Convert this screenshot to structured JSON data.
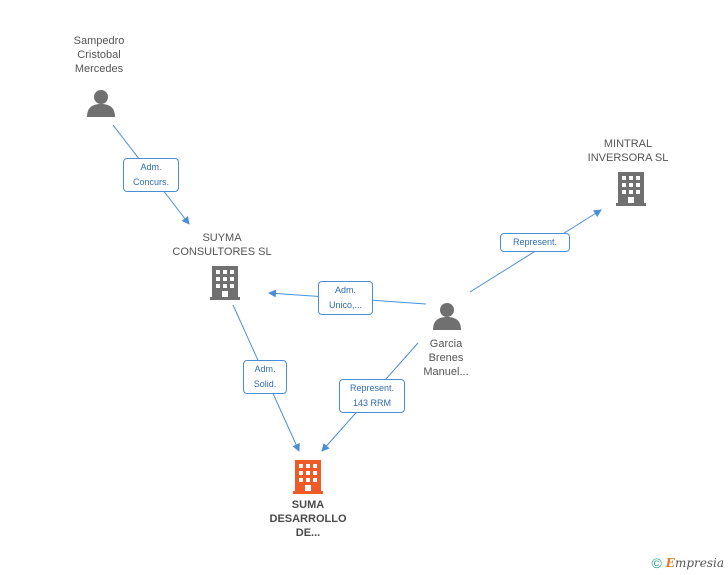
{
  "nodes": {
    "sampedro": {
      "label": "Sampedro\nCristobal\nMercedes",
      "type": "person-icon"
    },
    "suyma": {
      "label": "SUYMA\nCONSULTORES SL",
      "type": "building-icon"
    },
    "mintral": {
      "label": "MINTRAL\nINVERSORA SL",
      "type": "building-icon"
    },
    "garcia": {
      "label": "Garcia\nBrenes\nManuel...",
      "type": "person-icon"
    },
    "suma": {
      "label": "SUMA\nDESARROLLO\nDE...",
      "type": "building-icon"
    }
  },
  "edges": {
    "sampedro_suyma": "Adm.\nConcurs.",
    "garcia_suyma": "Adm.\nUnico,...",
    "garcia_mintral": "Represent.",
    "suyma_suma": "Adm.\nSolid.",
    "garcia_suma": "Represent.\n143 RRM"
  },
  "colors": {
    "edge": "#4a8fd6",
    "node_gray": "#707070",
    "focus_orange": "#f05a28"
  },
  "brand": {
    "copyright": "©",
    "name_initial": "E",
    "name_rest": "mpresia"
  }
}
